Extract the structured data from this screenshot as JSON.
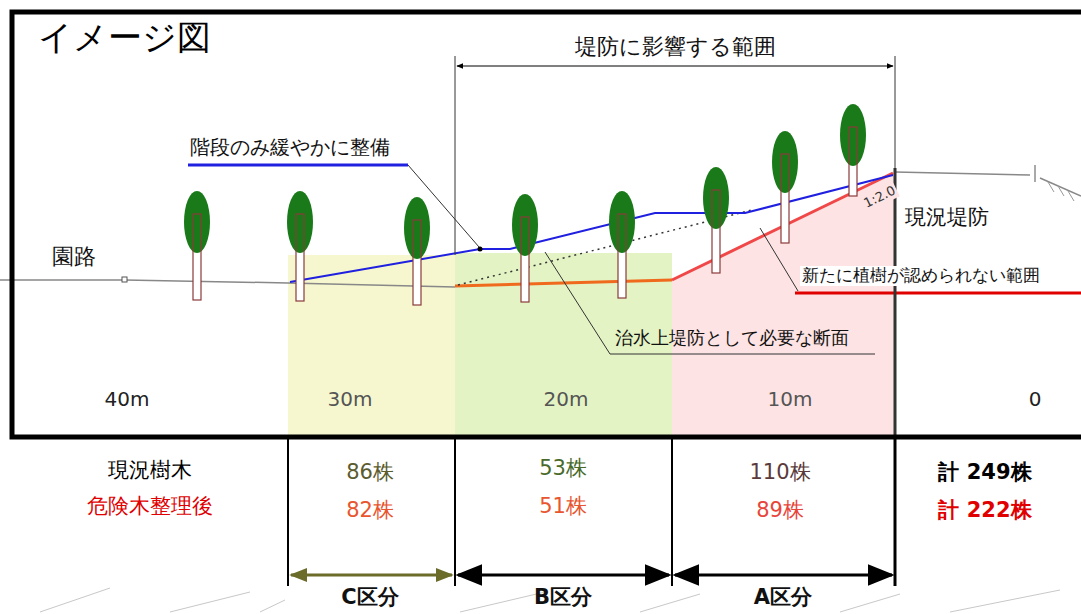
{
  "diagram": {
    "title": "イメージ図",
    "nodes": [
      {
        "text": [
          "30m"
        ]
      },
      {
        "text": [
          "20m"
        ]
      },
      {
        "text": [
          "10m"
        ]
      }
    ],
    "labels": [
      "堤防に影響する範囲",
      "階段のみ緩やかに整備",
      "園路",
      "現況堤防",
      "1:2.0",
      "新たに植樹が認められない範囲",
      "治水上堤防として必要な断面",
      "40m",
      "0",
      "現況樹木",
      "危険木整理後",
      "86株",
      "82株",
      "53株",
      "51株",
      "110株",
      "89株",
      "計 249株",
      "計 222株",
      "C区分",
      "B区分",
      "A区分"
    ]
  }
}
